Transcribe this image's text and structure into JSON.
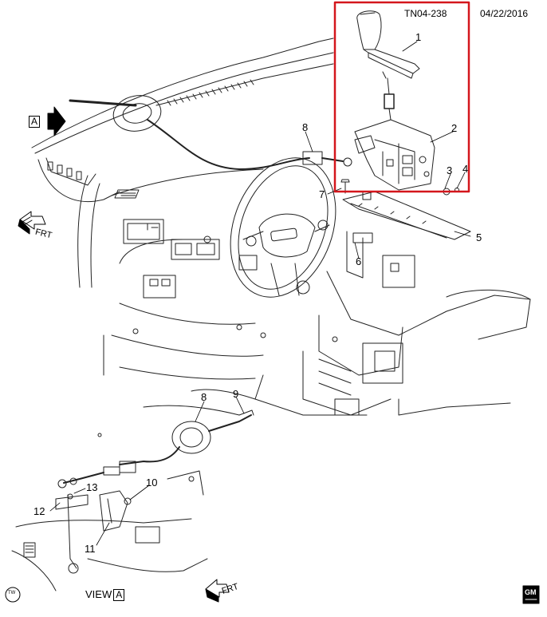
{
  "drawing": {
    "code": "TN04-238",
    "date": "04/22/2016",
    "view_marker": "A",
    "view_caption_word": "VIEW",
    "view_caption_letter": "A",
    "front_indicator": "FRT",
    "tw_symbol": "TW",
    "brand_mark": "GM",
    "highlight_color": "#d4161c"
  },
  "callouts": [
    "1",
    "2",
    "3",
    "4",
    "5",
    "6",
    "7",
    "8",
    "8",
    "9",
    "10",
    "11",
    "12",
    "13"
  ]
}
